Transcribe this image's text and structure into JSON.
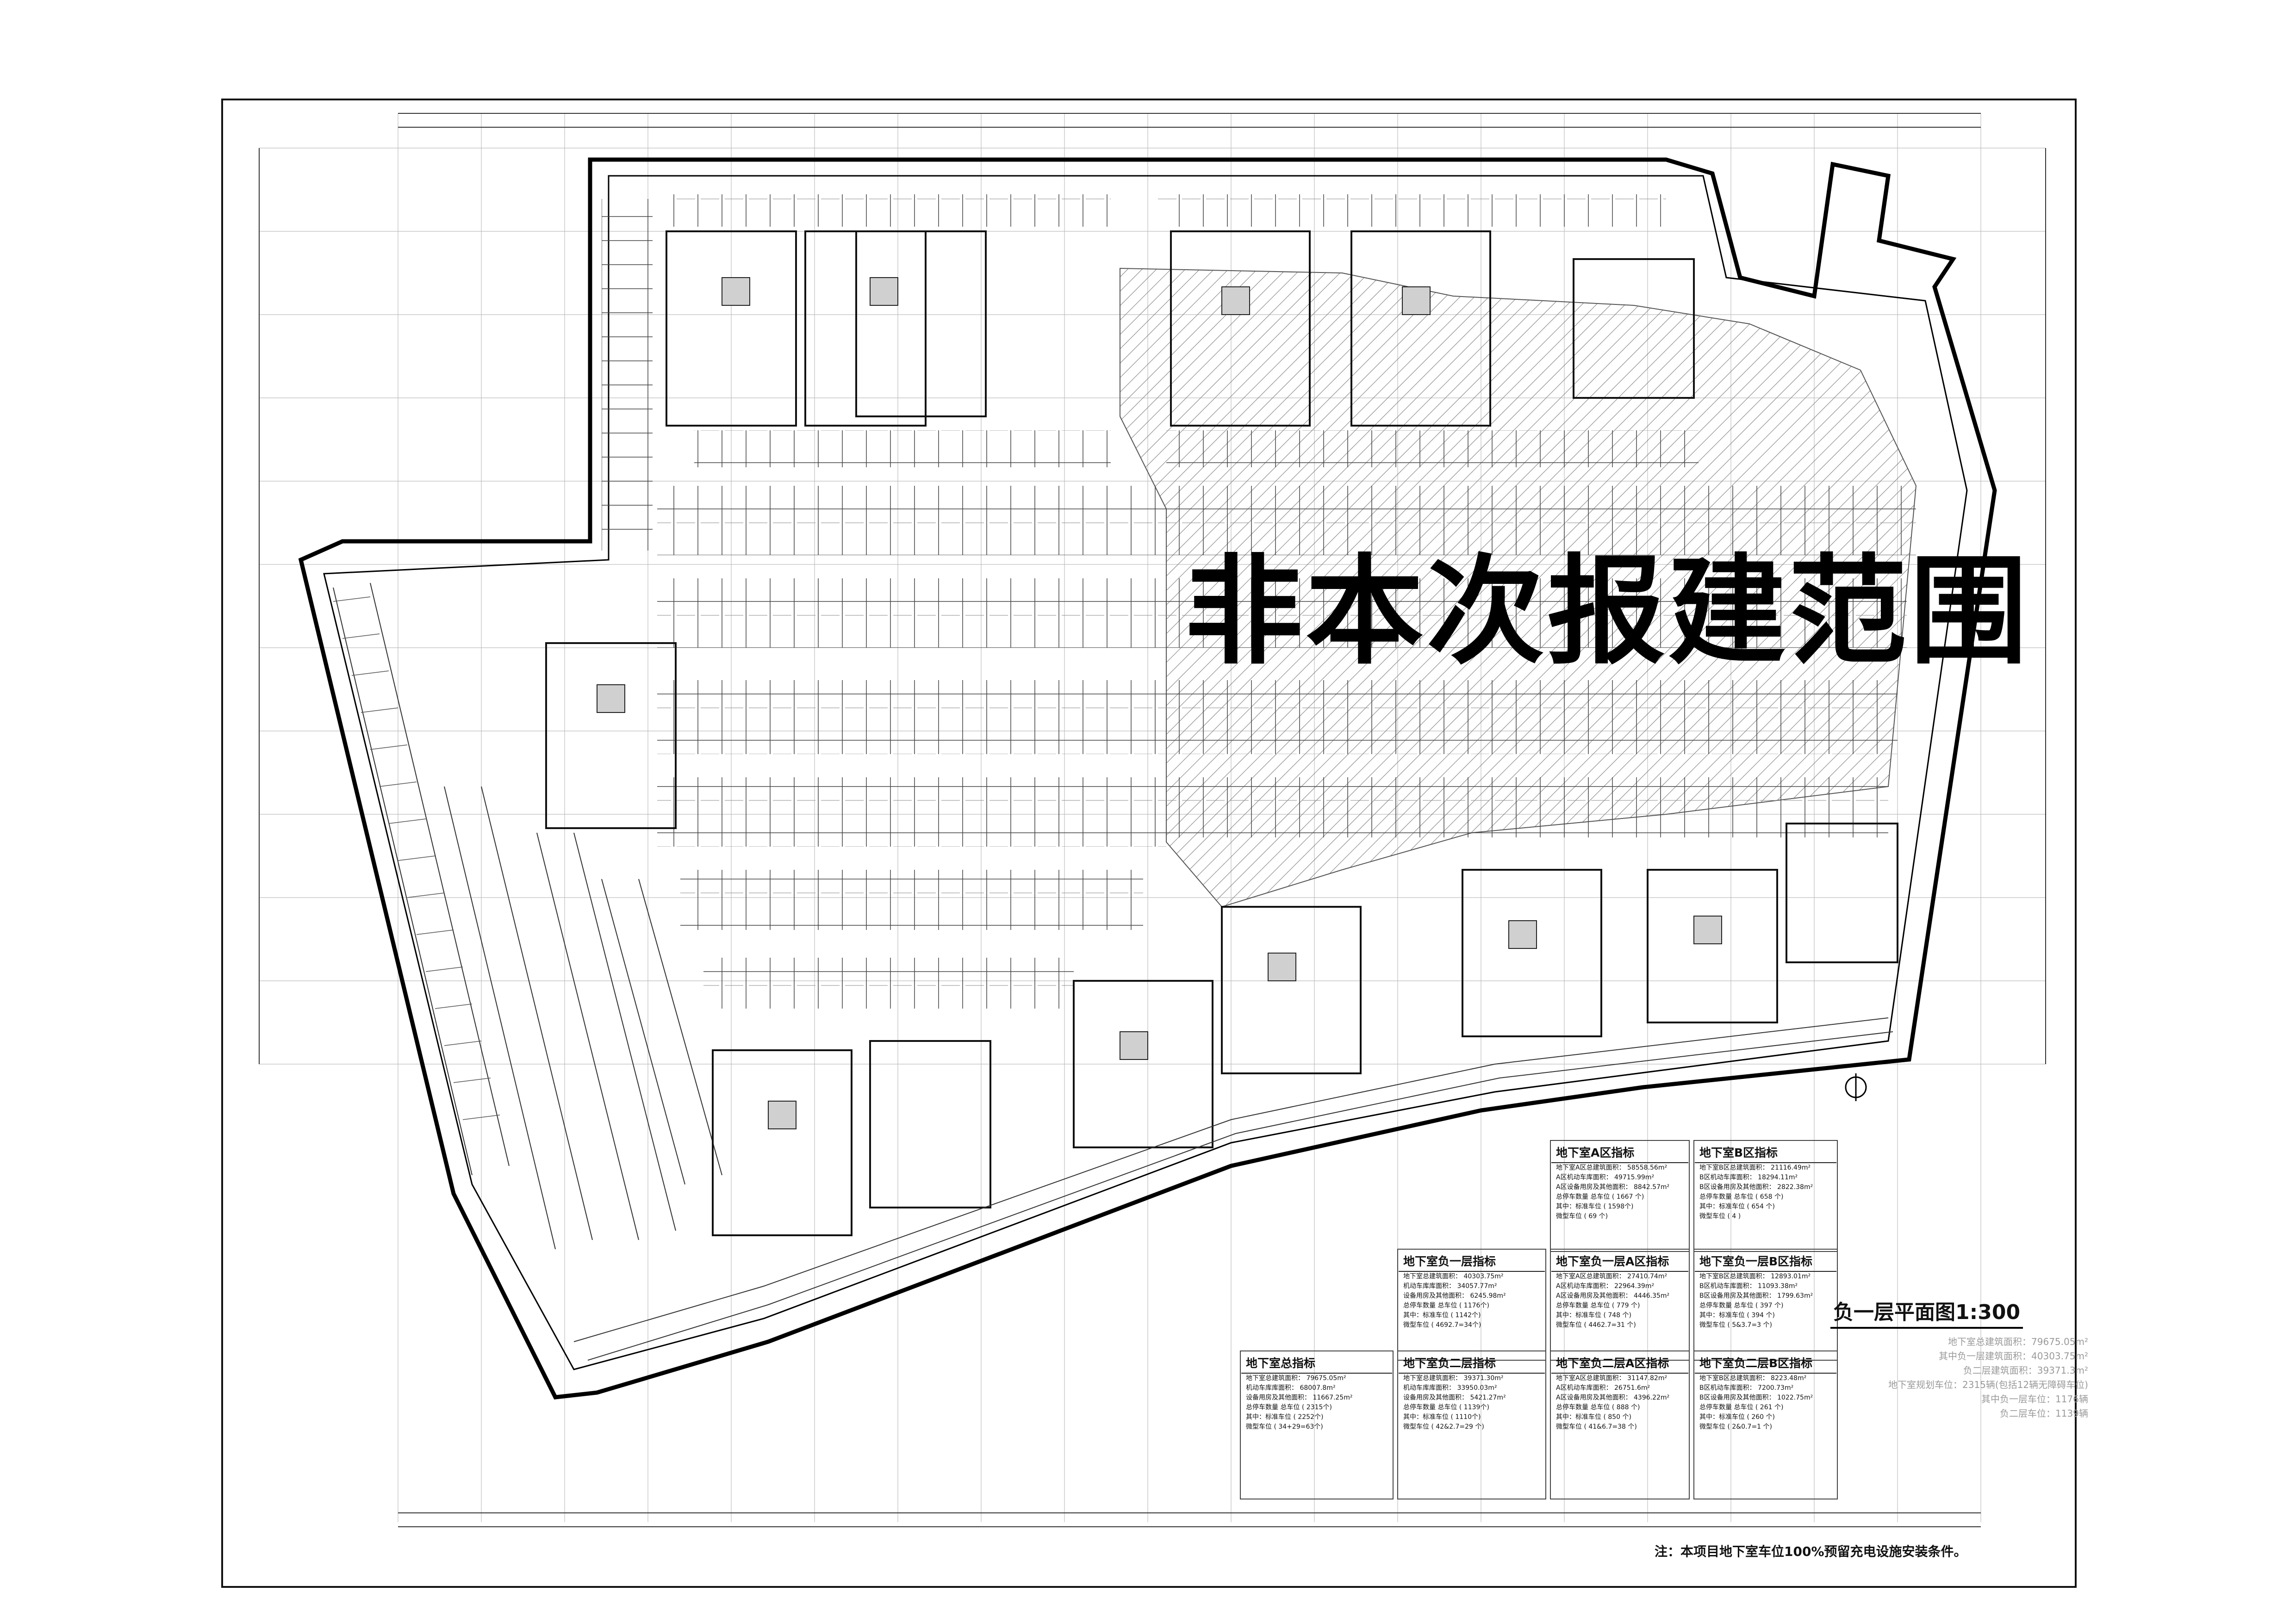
{
  "stamp": "非本次报建范围",
  "drawing_title": "负一层平面图1:300",
  "note": "注：本项目地下室车位100%预留充电设施安装条件。",
  "summary": [
    "地下室总建筑面积：79675.05m²",
    "其中负一层建筑面积：40303.75m²",
    "负二层建筑面积：39371.3m²",
    "地下室规划车位：2315辆(包括12辆无障碍车位)",
    "其中负一层车位：1176辆",
    "负二层车位：1139辆"
  ],
  "tables": {
    "zone_a": {
      "header": "地下室A区指标",
      "lines": [
        "地下室A区总建筑面积：  58558.56m²",
        "A区机动车库面积：      49715.99m²",
        "A区设备用房及其他面积： 8842.57m²",
        "总停车数量   总车位  ( 1667 个)",
        "其中：标准车位  ( 1598个)",
        "微型车位  ( 69 个)"
      ]
    },
    "zone_b": {
      "header": "地下室B区指标",
      "lines": [
        "地下室B区总建筑面积：  21116.49m²",
        "B区机动车库面积：      18294.11m²",
        "B区设备用房及其他面积： 2822.38m²",
        "总停车数量   总车位  ( 658 个)",
        "其中：标准车位  ( 654 个)",
        "微型车位  ( 4 )"
      ]
    },
    "b1": {
      "header": "地下室负一层指标",
      "lines": [
        "地下室总建筑面积：     40303.75m²",
        "机动车库库面积：       34057.77m²",
        "设备用房及其他面积：   6245.98m²",
        "总停车数量   总车位  ( 1176个)",
        "其中：标准车位  ( 1142个)",
        "微型车位  ( 4692.7=34个)"
      ]
    },
    "b1_a": {
      "header": "地下室负一层A区指标",
      "lines": [
        "地下室A区总建筑面积：  27410.74m²",
        "A区机动车库面积：      22964.39m²",
        "A区设备用房及其他面积： 4446.35m²",
        "总停车数量   总车位  ( 779 个)",
        "其中：标准车位  ( 748 个)",
        "微型车位  ( 4462.7=31 个)"
      ]
    },
    "b1_b": {
      "header": "地下室负一层B区指标",
      "lines": [
        "地下室B区总建筑面积：  12893.01m²",
        "B区机动车库面积：      11093.38m²",
        "B区设备用房及其他面积： 1799.63m²",
        "总停车数量   总车位  ( 397 个)",
        "其中：标准车位  ( 394 个)",
        "微型车位  ( 5&3.7=3 个)"
      ]
    },
    "total": {
      "header": "地下室总指标",
      "lines": [
        "地下室总建筑面积：     79675.05m²",
        "机动车库库面积：       68007.8m²",
        "设备用房及其他面积：   11667.25m²",
        "总停车数量   总车位  ( 2315个)",
        "其中：标准车位  ( 2252个)",
        "微型车位  ( 34+29=63个)"
      ]
    },
    "b2": {
      "header": "地下室负二层指标",
      "lines": [
        "地下室总建筑面积：     39371.30m²",
        "机动车库库面积：       33950.03m²",
        "设备用房及其他面积：   5421.27m²",
        "总停车数量   总车位  ( 1139个)",
        "其中：标准车位  ( 1110个)",
        "微型车位  ( 42&2.7=29 个)"
      ]
    },
    "b2_a": {
      "header": "地下室负二层A区指标",
      "lines": [
        "地下室A区总建筑面积：  31147.82m²",
        "A区机动车库面积：      26751.6m²",
        "A区设备用房及其他面积： 4396.22m²",
        "总停车数量   总车位  ( 888 个)",
        "其中：标准车位  ( 850 个)",
        "微型车位  ( 41&6.7=38 个)"
      ]
    },
    "b2_b": {
      "header": "地下室负二层B区指标",
      "lines": [
        "地下室B区总建筑面积：  8223.48m²",
        "B区机动车库面积：      7200.73m²",
        "B区设备用房及其他面积： 1022.75m²",
        "总停车数量   总车位  ( 261 个)",
        "其中：标准车位  ( 260 个)",
        "微型车位  ( 2&0.7=1 个)"
      ]
    }
  }
}
